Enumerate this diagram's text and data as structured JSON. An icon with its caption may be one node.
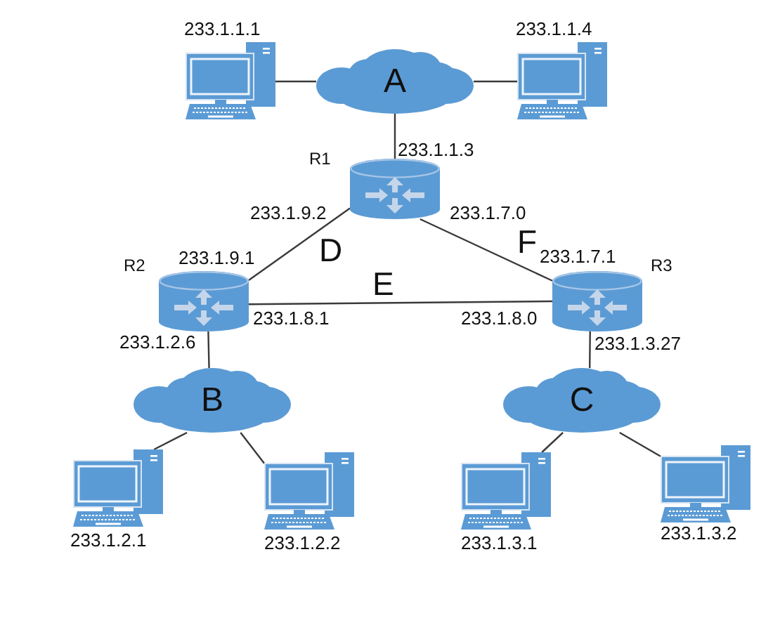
{
  "diagram": {
    "nodes": [
      {
        "text": [
          "233.1.1.1"
        ]
      },
      {
        "text": [
          "A"
        ]
      },
      {
        "text": [
          "233.1.1.4"
        ]
      },
      {
        "text": [
          "R1"
        ],
        "beside": [
          "233.1.1.3",
          "233.1.9.2",
          "233.1.7.0"
        ]
      },
      {
        "text": [
          "R2"
        ],
        "beside": [
          "233.1.9.1",
          "233.1.8.1",
          "233.1.2.6"
        ]
      },
      {
        "text": [
          "R3"
        ],
        "beside": [
          "233.1.7.1",
          "233.1.8.0",
          "233.1.3.27"
        ]
      },
      {
        "text": [
          "B"
        ]
      },
      {
        "text": [
          "C"
        ]
      },
      {
        "text": [
          "233.1.2.1"
        ]
      },
      {
        "text": [
          "233.1.2.2"
        ]
      },
      {
        "text": [
          "233.1.3.1"
        ]
      },
      {
        "text": [
          "233.1.3.2"
        ]
      }
    ],
    "edges": [
      {
        "from": 0,
        "to": 1,
        "arrow": "none"
      },
      {
        "from": 1,
        "to": 2,
        "arrow": "none"
      },
      {
        "from": 1,
        "to": 3,
        "arrow": "none"
      },
      {
        "from": 3,
        "to": 4,
        "arrow": "none",
        "label": "D"
      },
      {
        "from": 3,
        "to": 5,
        "arrow": "none",
        "label": "F"
      },
      {
        "from": 4,
        "to": 5,
        "arrow": "none",
        "label": "E"
      },
      {
        "from": 4,
        "to": 6,
        "arrow": "none"
      },
      {
        "from": 5,
        "to": 7,
        "arrow": "none"
      },
      {
        "from": 6,
        "to": 8,
        "arrow": "none"
      },
      {
        "from": 6,
        "to": 9,
        "arrow": "none"
      },
      {
        "from": 7,
        "to": 10,
        "arrow": "none"
      },
      {
        "from": 7,
        "to": 11,
        "arrow": "none"
      }
    ]
  }
}
